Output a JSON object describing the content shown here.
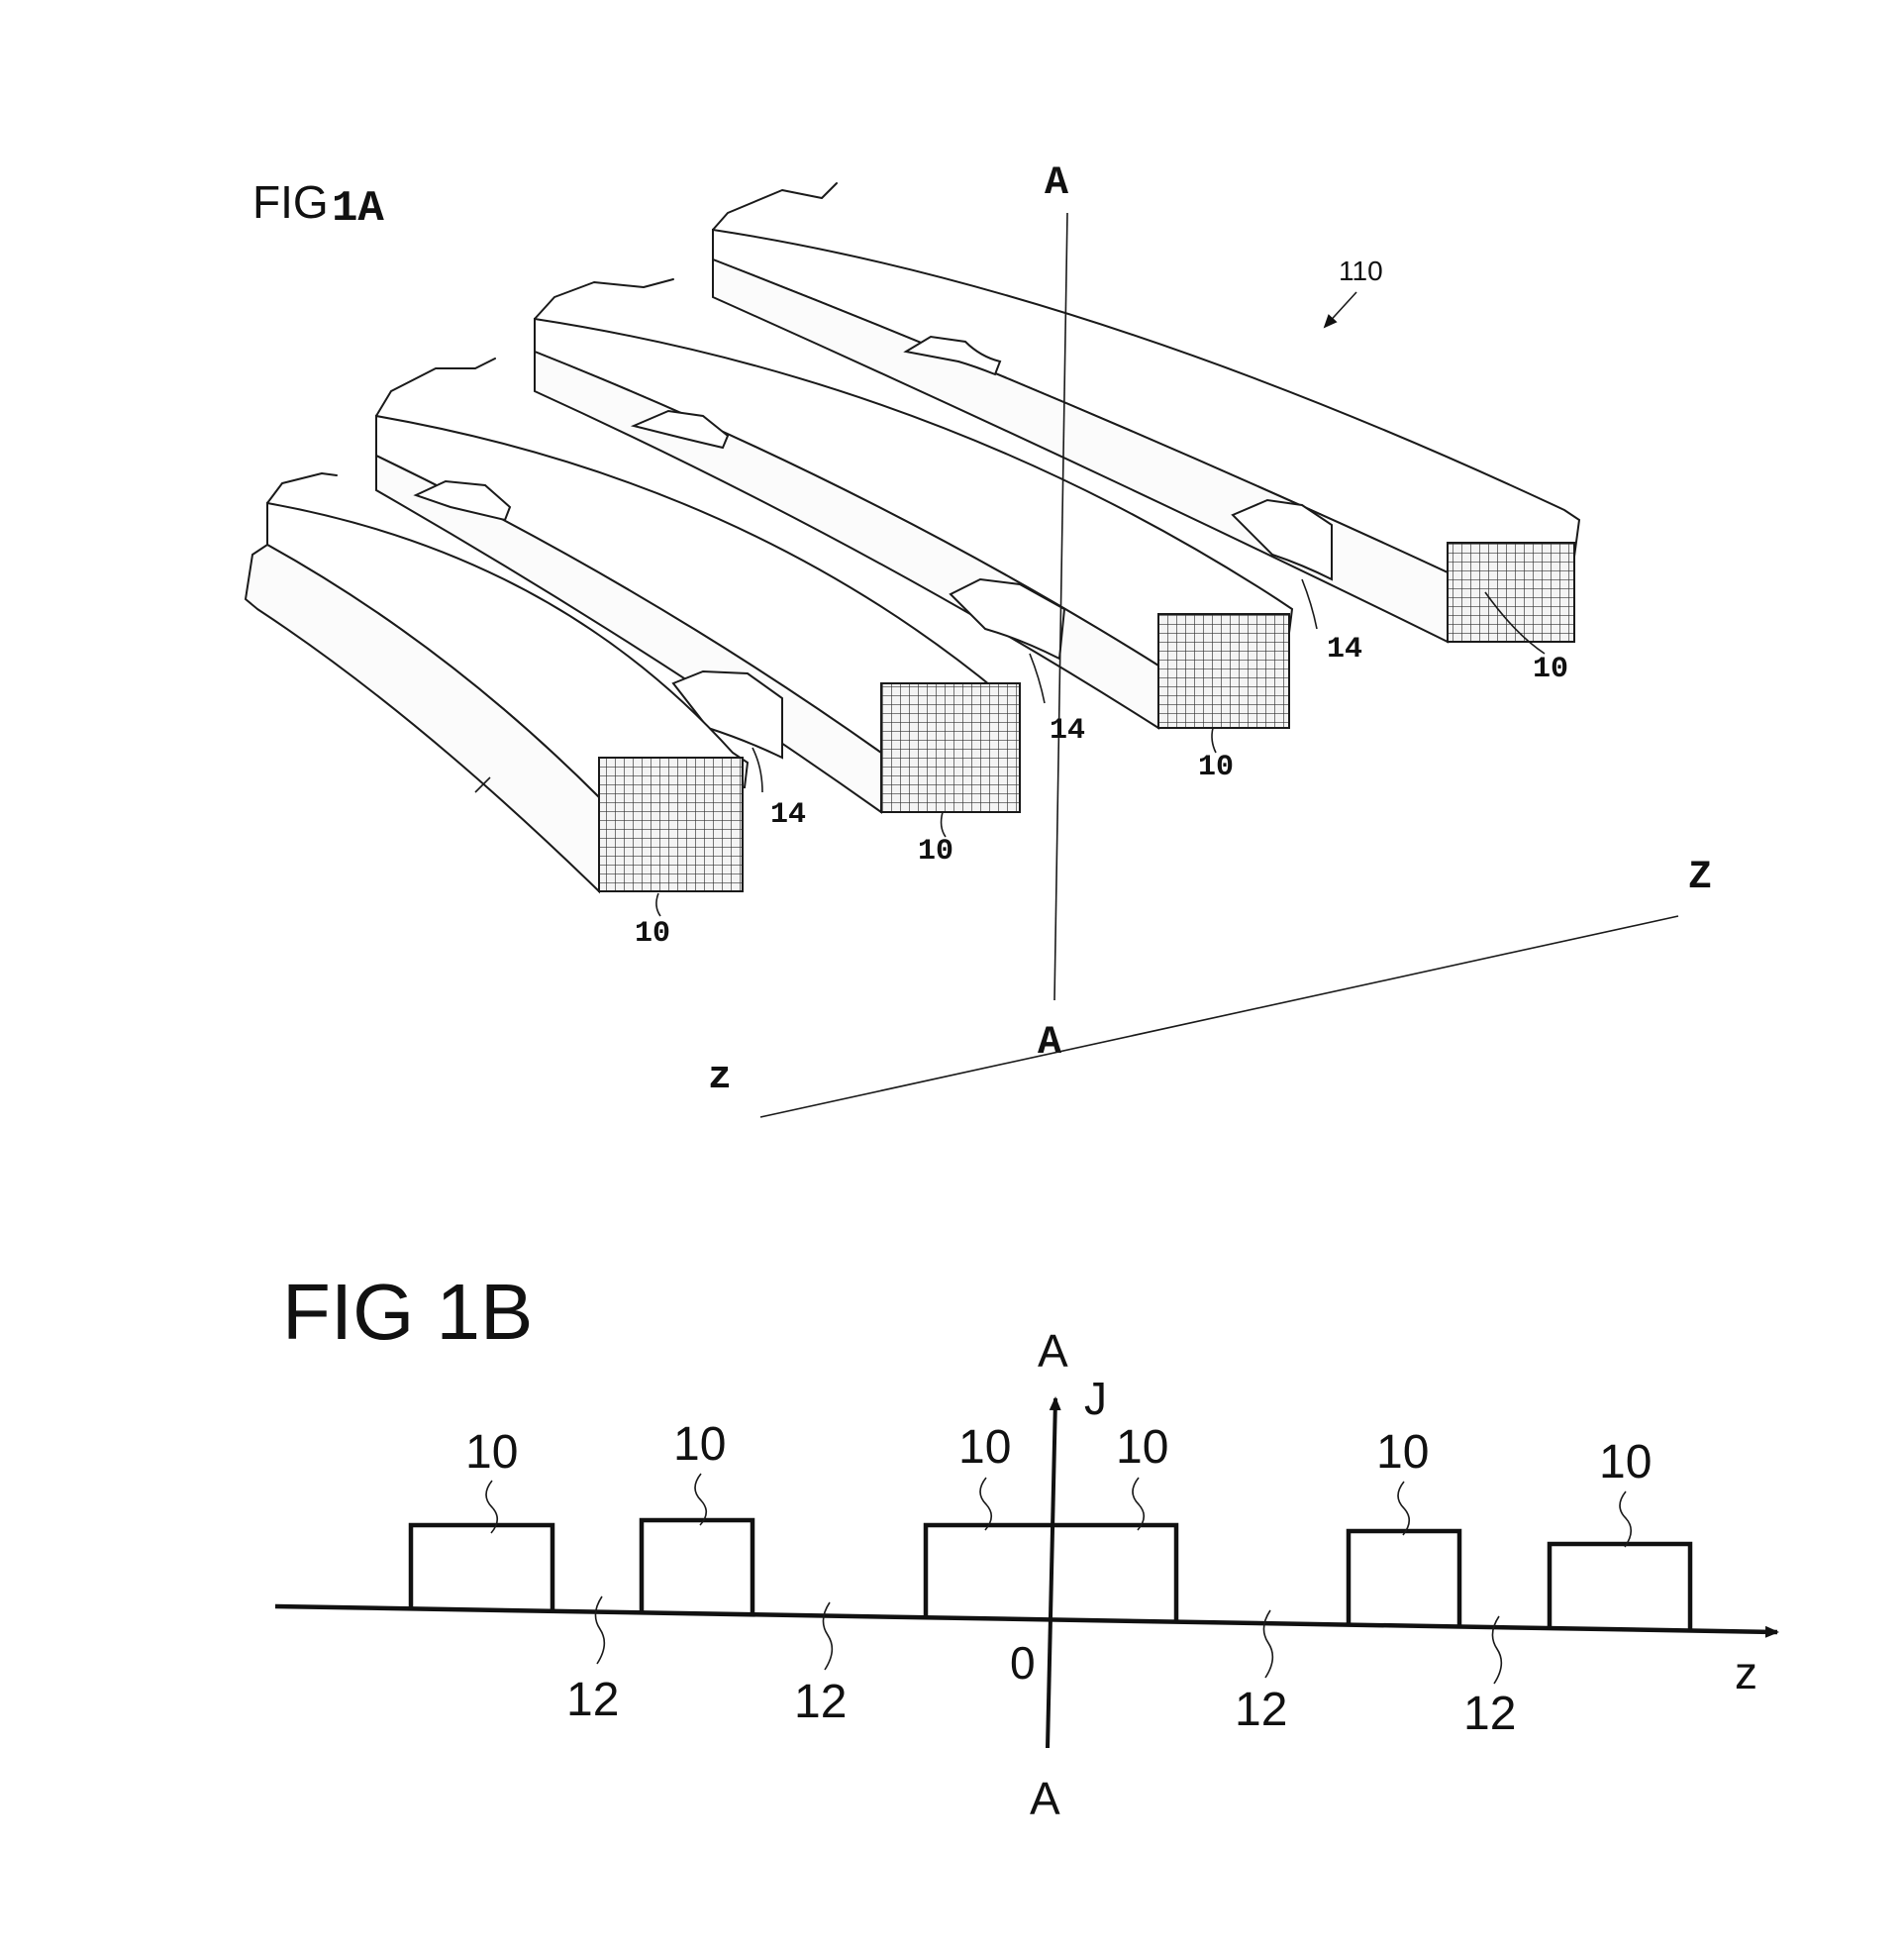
{
  "fig1a": {
    "title_prefix": "FIG",
    "title_num": "1A",
    "assembly_ref": "110",
    "section_top": "A",
    "section_bottom": "A",
    "axis_left": "z",
    "axis_right": "Z",
    "conductor_refs": [
      "10",
      "10",
      "10",
      "10"
    ],
    "spacer_refs": [
      "14",
      "14",
      "14"
    ]
  },
  "fig1b": {
    "title": "FIG 1B",
    "axis_top": "A",
    "axis_bottom": "A",
    "origin": "0",
    "y_axis_label": "J",
    "x_axis_label": "z",
    "conductor_refs": [
      "10",
      "10",
      "10",
      "10",
      "10",
      "10"
    ],
    "gap_refs": [
      "12",
      "12",
      "12",
      "12"
    ]
  }
}
